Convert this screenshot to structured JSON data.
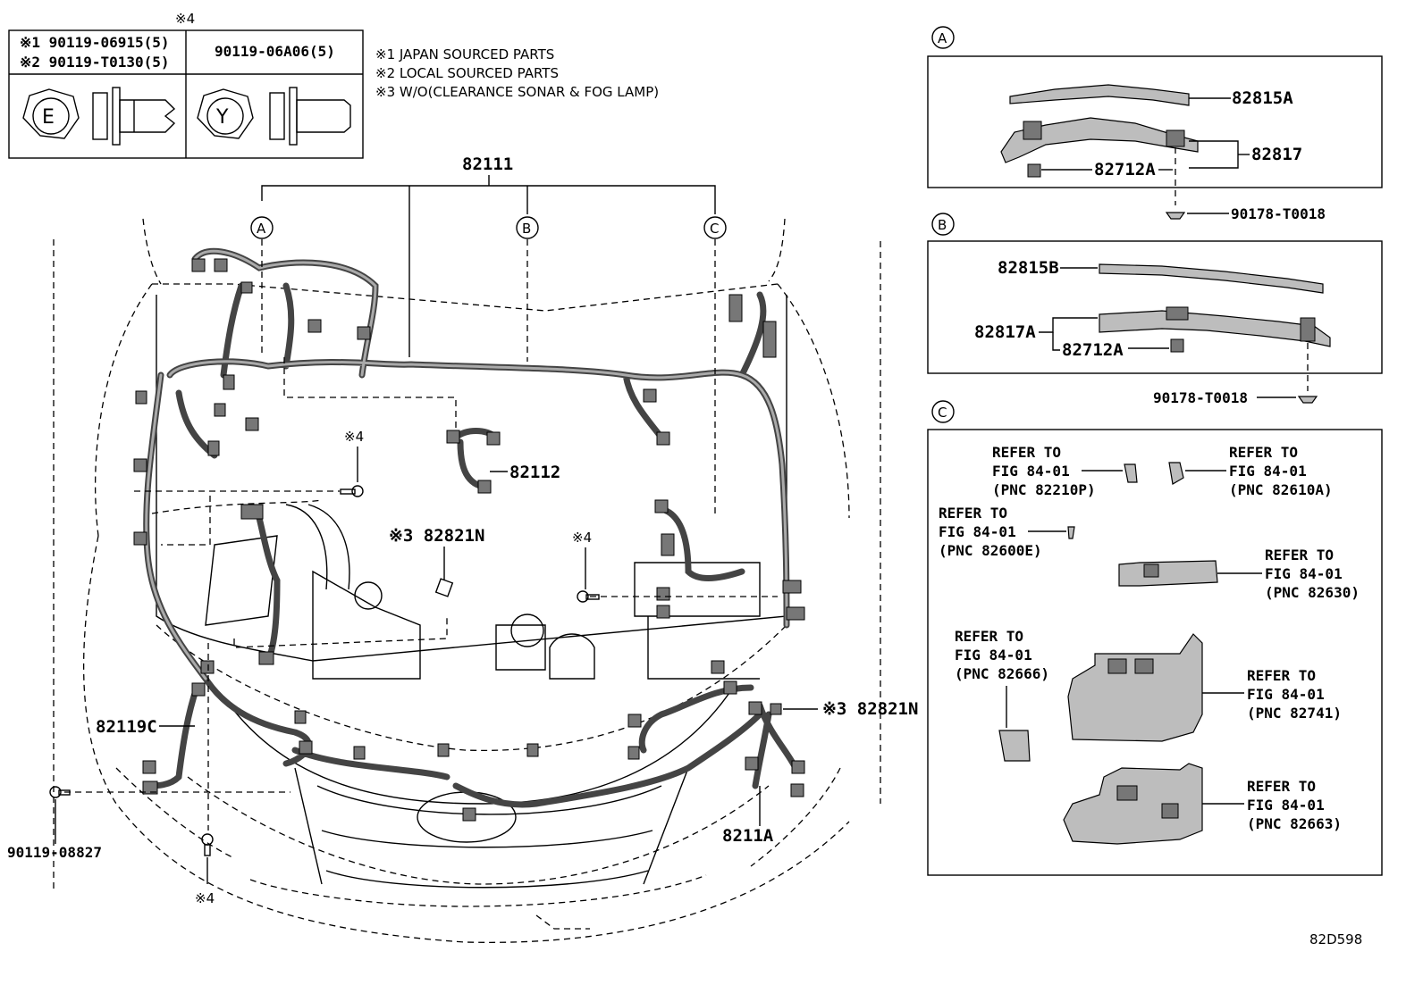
{
  "bolt_table": {
    "top_mark": "※4",
    "col_left": {
      "row1": "※1 90119-06915(5)",
      "row2": "※2 90119-T0130(5)",
      "symbol": "E"
    },
    "col_right": {
      "row1": "90119-06A06(5)",
      "symbol": "Y"
    }
  },
  "notes": [
    "※1 JAPAN SOURCED PARTS",
    "※2 LOCAL SOURCED PARTS",
    "※3 W/O(CLEARANCE SONAR & FOG LAMP)"
  ],
  "main": {
    "harness_no": "82111",
    "callouts": [
      "A",
      "B",
      "C"
    ],
    "p82112": "82112",
    "p82821n_center": "※3 82821N",
    "p82821n_right": "※3 82821N",
    "mark4_a": "※4",
    "mark4_b": "※4",
    "mark4_c": "※4",
    "p82119c": "82119C",
    "p8211a": "8211A",
    "p90119_08827": "90119-08827"
  },
  "panel_a": {
    "letter": "A",
    "p1": "82815A",
    "p2": "82817",
    "p3": "82712A",
    "p4": "90178-T0018"
  },
  "panel_b": {
    "letter": "B",
    "p1": "82815B",
    "p2": "82817A",
    "p3": "82712A",
    "p4": "90178-T0018"
  },
  "panel_c": {
    "letter": "C",
    "refer_to": "REFER TO",
    "fig": "FIG 84-01",
    "refs": [
      "(PNC 82210P)",
      "(PNC 82610A)",
      "(PNC 82600E)",
      "(PNC 82630)",
      "(PNC 82666)",
      "(PNC 82741)",
      "(PNC 82663)"
    ]
  },
  "figure_code": "82D598"
}
